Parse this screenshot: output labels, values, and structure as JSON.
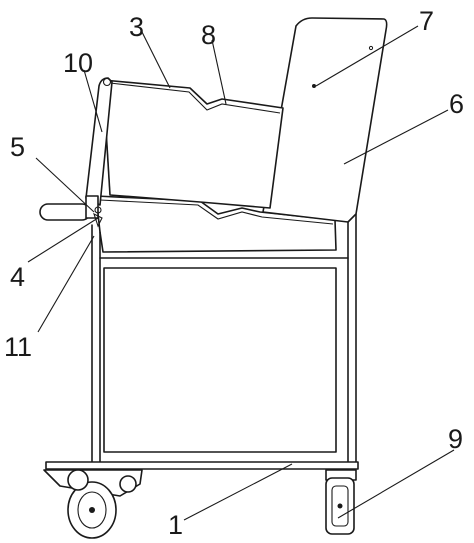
{
  "labels": {
    "l1": "1",
    "l3": "3",
    "l4": "4",
    "l5": "5",
    "l6": "6",
    "l7": "7",
    "l8": "8",
    "l9": "9",
    "l10": "10",
    "l11": "11"
  }
}
